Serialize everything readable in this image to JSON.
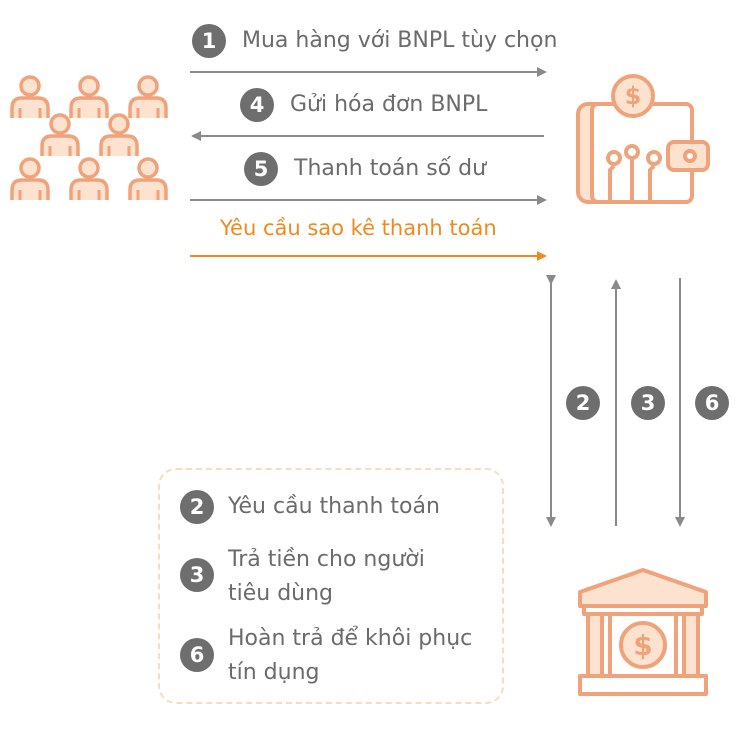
{
  "steps": {
    "s1": {
      "number": "1",
      "text": "Mua hàng với BNPL tùy chọn"
    },
    "s4": {
      "number": "4",
      "text": "Gửi hóa đơn BNPL"
    },
    "s5": {
      "number": "5",
      "text": "Thanh toán số dư"
    },
    "request": {
      "text": "Yêu cầu sao kê thanh toán"
    }
  },
  "vertical_badges": [
    "2",
    "3",
    "6"
  ],
  "legend": [
    {
      "number": "2",
      "text": "Yêu cầu thanh toán"
    },
    {
      "number": "3",
      "line1": "Trả tiền cho người",
      "line2": "tiêu dùng"
    },
    {
      "number": "6",
      "line1": "Hoàn trả để khôi phục",
      "line2": "tín dụng"
    }
  ],
  "colors": {
    "arrow_gray": "#8a8a8a",
    "accent_orange": "#f08a1e",
    "icon_orange": "#f0a27a",
    "icon_fill": "#fde3cf"
  },
  "icons": {
    "consumers": "people-group-icon",
    "bnpl": "digital-wallet-icon",
    "bank": "bank-icon"
  }
}
